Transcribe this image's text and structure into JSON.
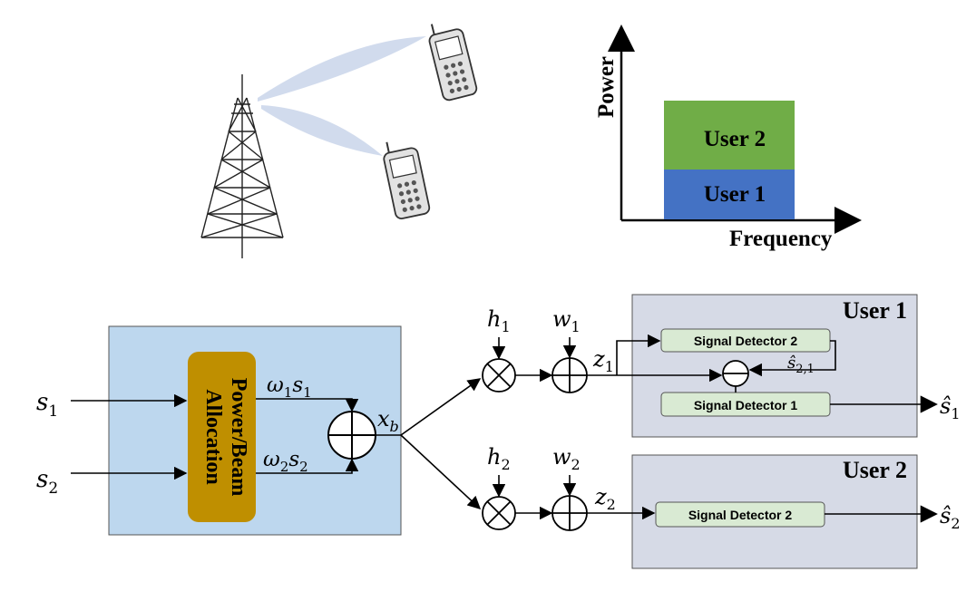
{
  "spectrum": {
    "axis_y": "Power",
    "axis_x": "Frequency",
    "layers": [
      {
        "label": "User 2",
        "color": "#70ad47"
      },
      {
        "label": "User 1",
        "color": "#4472c4"
      }
    ]
  },
  "transmitter": {
    "block_label_line1": "Power/Beam",
    "block_label_line2": "Allocation",
    "inputs": [
      {
        "base": "s",
        "sub": "1"
      },
      {
        "base": "s",
        "sub": "2"
      }
    ],
    "outputs": [
      {
        "base1": "ω",
        "sub1": "1",
        "base2": "s",
        "sub2": "1"
      },
      {
        "base1": "ω",
        "sub1": "2",
        "base2": "s",
        "sub2": "2"
      }
    ],
    "sum_output": {
      "base": "x",
      "sub": "b"
    }
  },
  "channels": [
    {
      "h": "h",
      "h_sub": "1",
      "w": "w",
      "w_sub": "1",
      "z": "z",
      "z_sub": "1"
    },
    {
      "h": "h",
      "h_sub": "2",
      "w": "w",
      "w_sub": "2",
      "z": "z",
      "z_sub": "2"
    }
  ],
  "user1": {
    "title": "User 1",
    "detector_top": "Signal Detector 2",
    "detector_bottom": "Signal Detector 1",
    "feedback": {
      "base": "ŝ",
      "sub": "2,1"
    },
    "output": {
      "base": "ŝ",
      "sub": "1"
    }
  },
  "user2": {
    "title": "User 2",
    "detector": "Signal Detector 2",
    "output": {
      "base": "ŝ",
      "sub": "2"
    }
  },
  "colors": {
    "tx_block": "#bdd7ee",
    "alloc_block": "#bf8f00",
    "user_block": "#d6dae6",
    "detector": "#d9ead3",
    "beam": "#cfd9ec"
  }
}
